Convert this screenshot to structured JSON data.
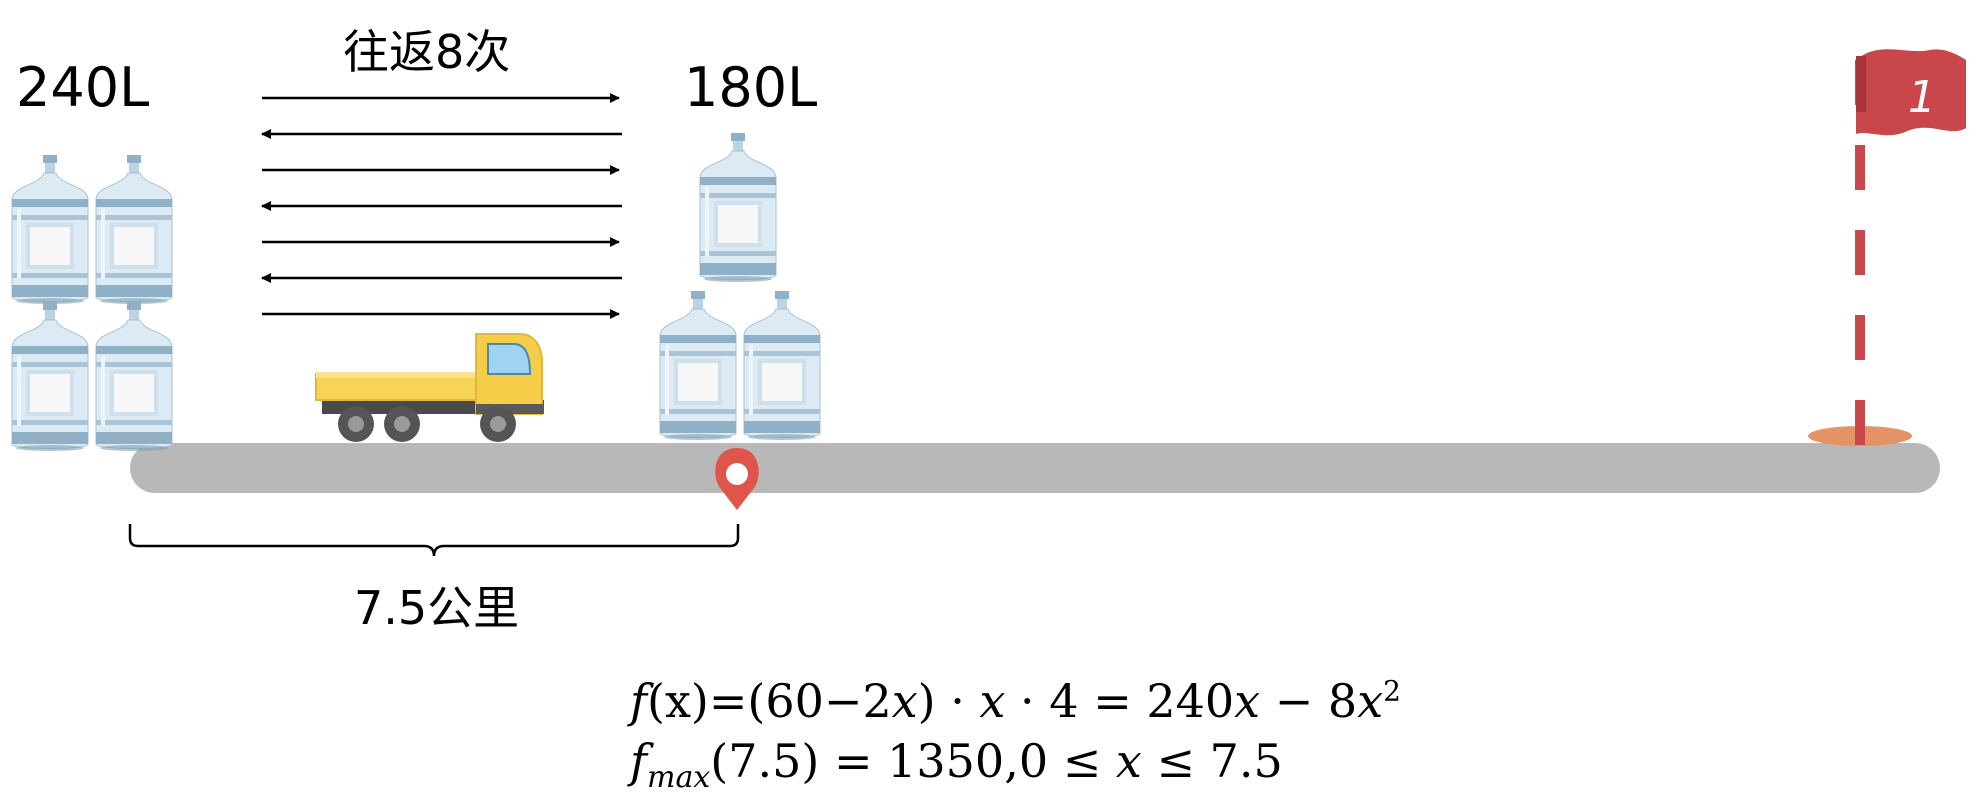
{
  "labels": {
    "start_volume": "240L",
    "depot_volume": "180L",
    "trips": "往返8次",
    "distance": "7.5公里",
    "flag_number": "1"
  },
  "formula": {
    "line1": {
      "f": "f",
      "lhs_arg": "(x)=",
      "expr_a": "(60−2",
      "x1": "x",
      "expr_b": ") · ",
      "x2": "x",
      "expr_c": " · 4 = 240",
      "x3": "x",
      "expr_d": " − 8",
      "x4": "x",
      "exp": "2"
    },
    "line2": {
      "f": "f",
      "sub": "max",
      "expr_a": "(7.5) = 1350,0 ≤ ",
      "x": "x",
      "expr_b": " ≤ 7.5"
    }
  },
  "colors": {
    "road": "#b8b8b8",
    "pin": "#e0554b",
    "flag": "#c9464a",
    "hole": "#e29466",
    "truck_body": "#f6cd46",
    "truck_cargo": "#f7d357",
    "bottle_light": "#dceaf4",
    "bottle_band": "#8fb0c6"
  },
  "arrows": {
    "count": 7,
    "directions": [
      "right",
      "left",
      "right",
      "left",
      "right",
      "left",
      "right"
    ]
  }
}
